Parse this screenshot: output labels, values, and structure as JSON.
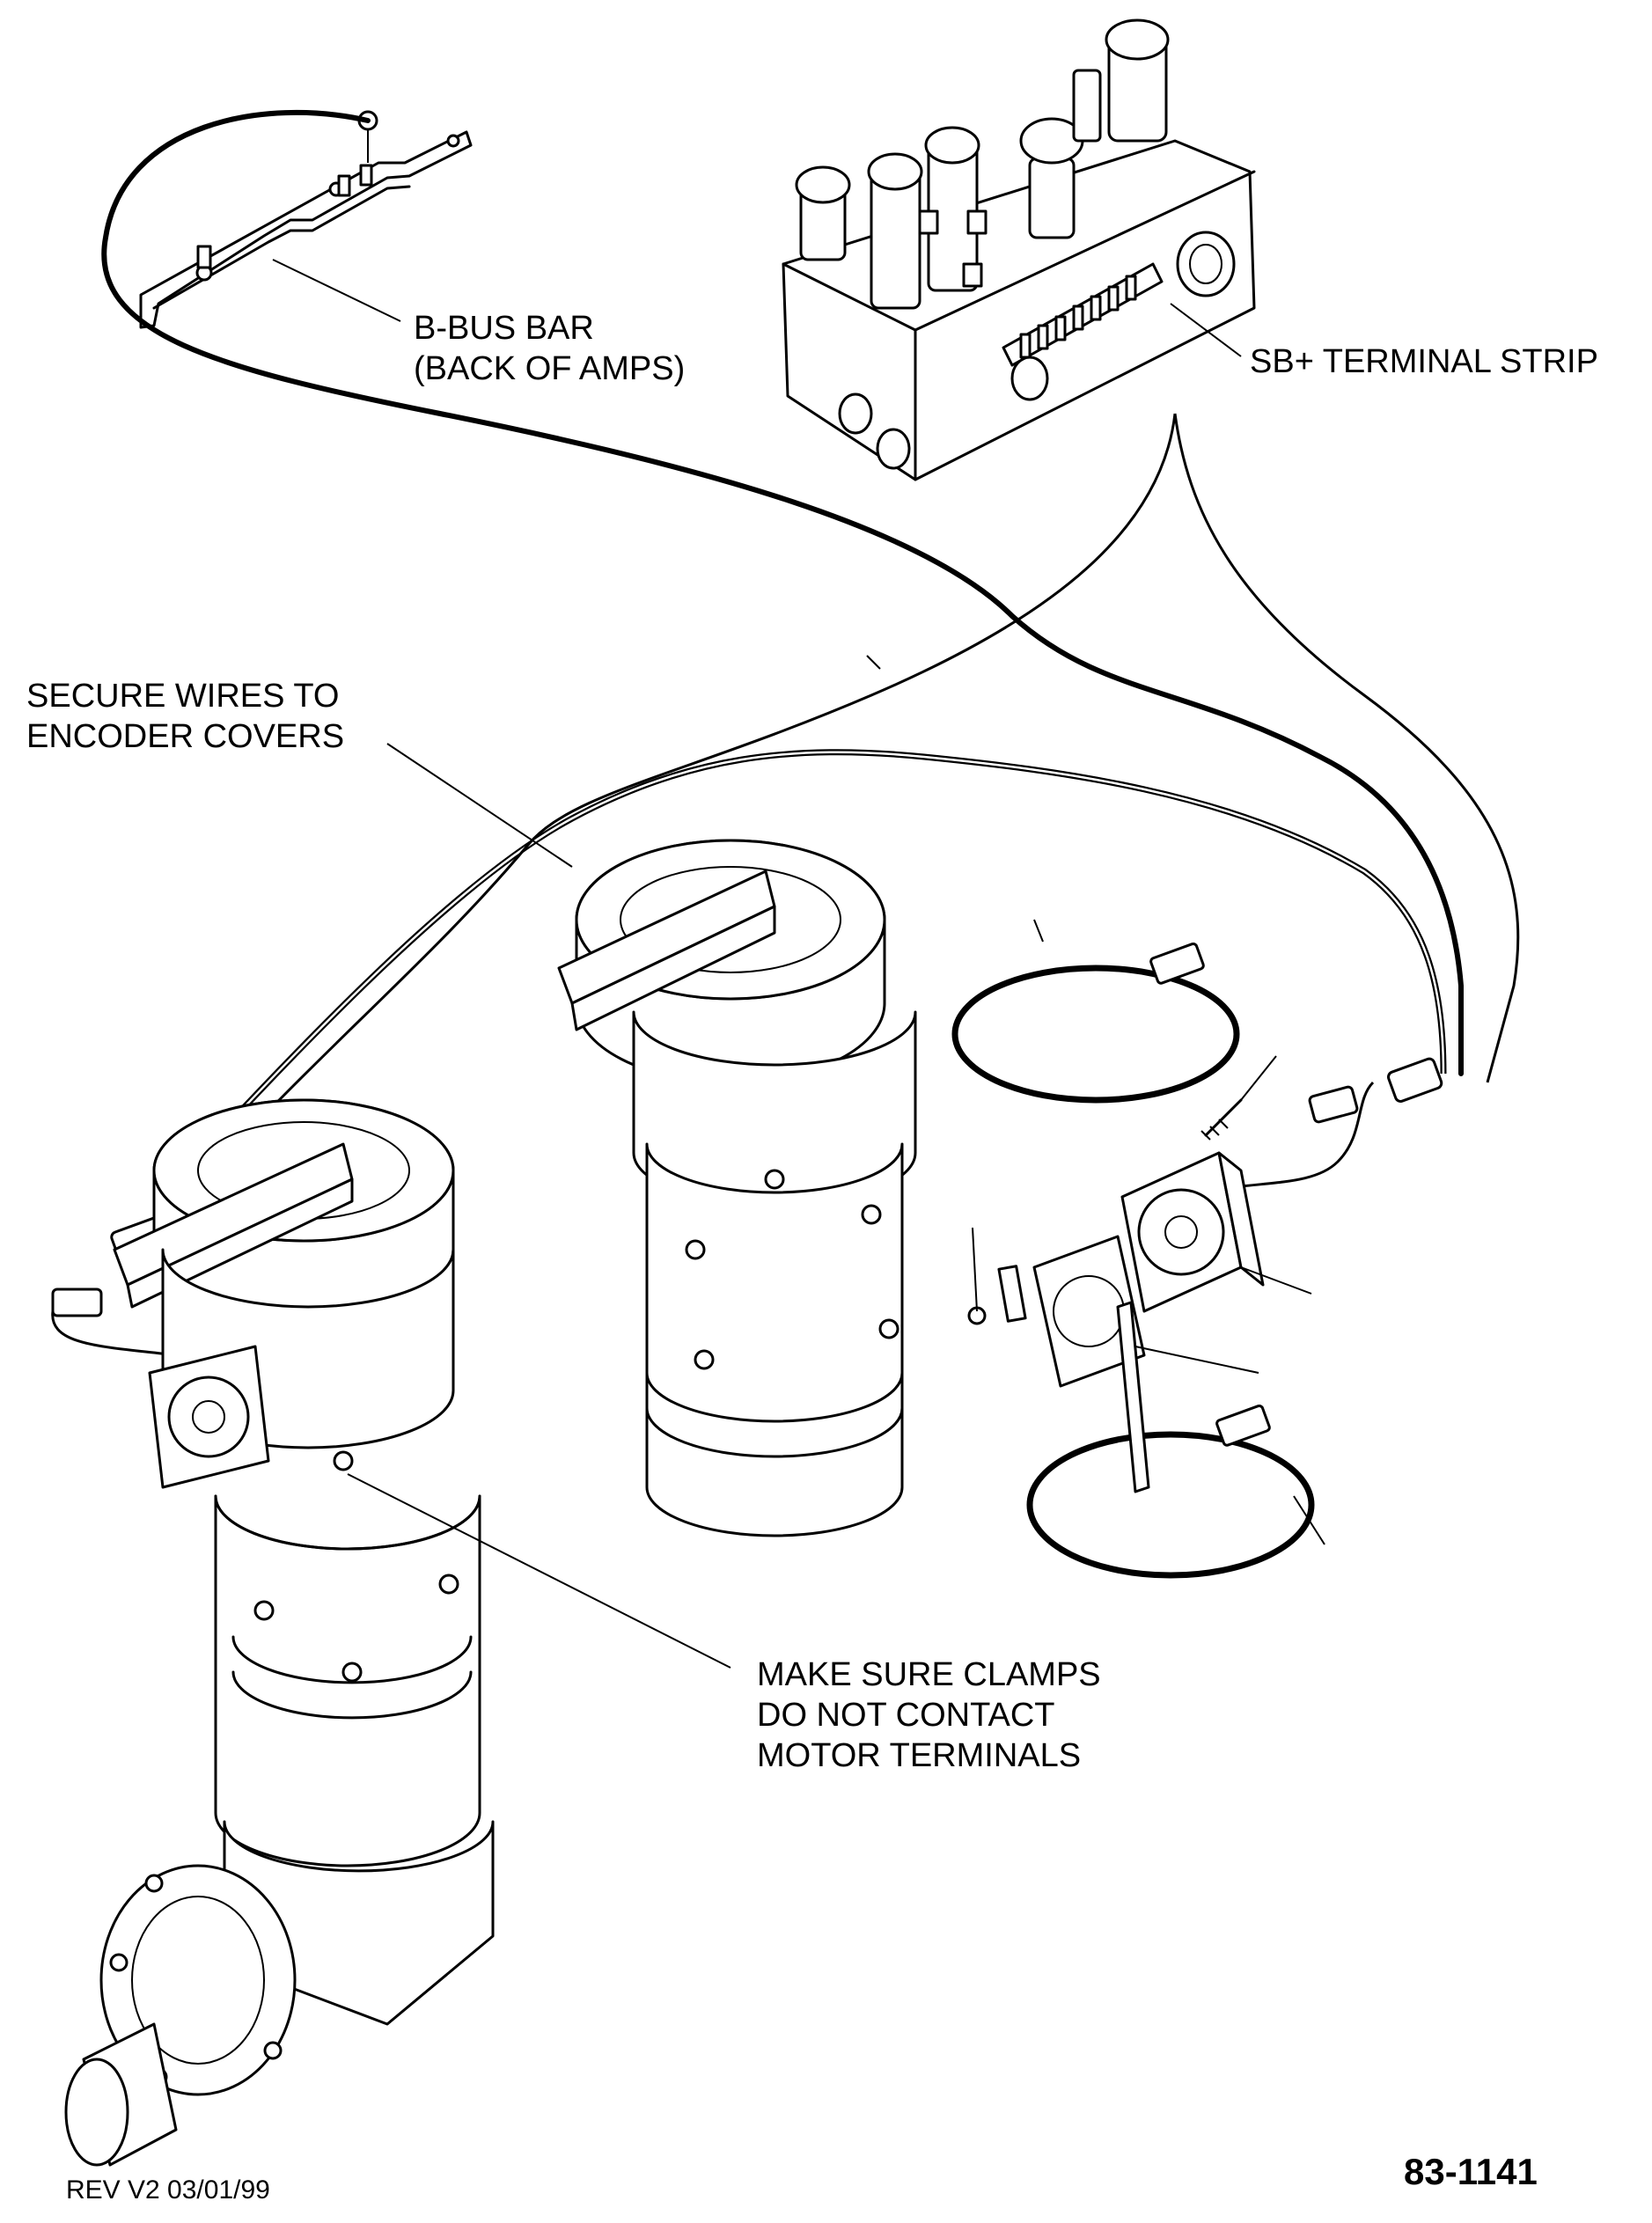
{
  "labels": {
    "bus_bar": [
      "B-BUS BAR",
      "(BACK OF AMPS)"
    ],
    "terminal_strip": "SB+ TERMINAL STRIP",
    "secure_wires": [
      "SECURE WIRES TO",
      "ENCODER COVERS"
    ],
    "clamps": [
      "MAKE SURE CLAMPS",
      "DO NOT CONTACT",
      "MOTOR TERMINALS"
    ]
  },
  "footer": {
    "revision": "REV V2 03/01/99",
    "part_number": "83-1141"
  }
}
